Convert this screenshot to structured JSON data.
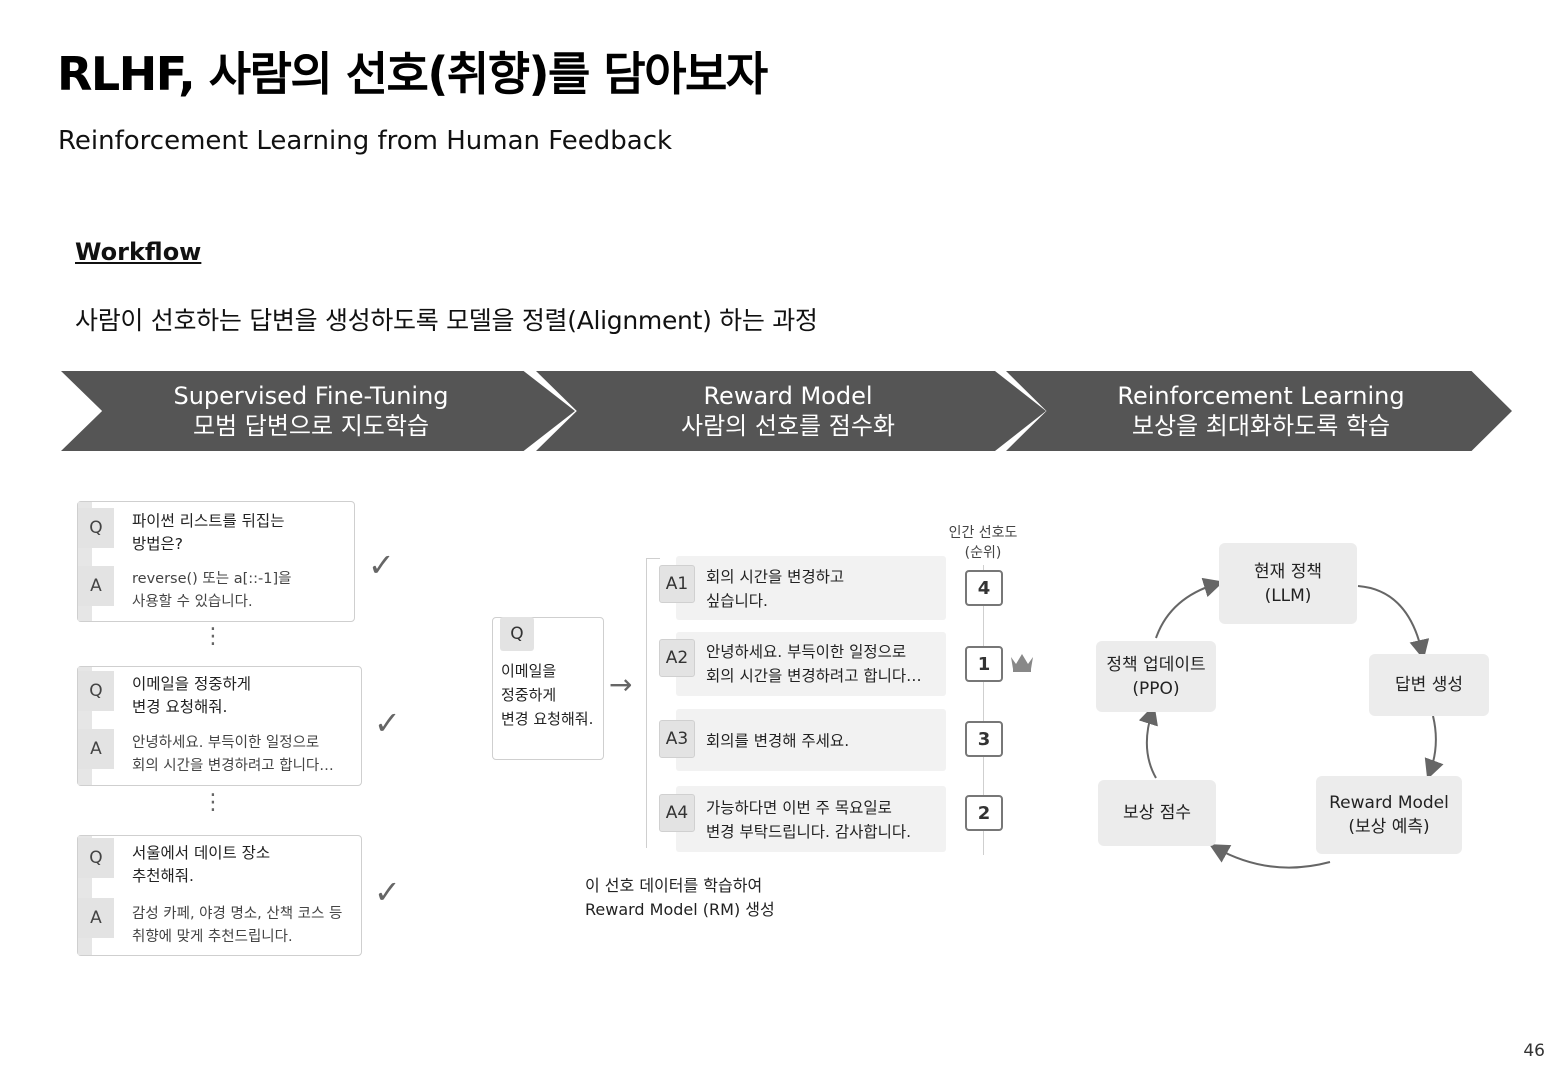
{
  "title": "RLHF, 사람의 선호(취향)를 담아보자",
  "subtitle": "Reinforcement Learning from Human Feedback",
  "section_label": "Workflow",
  "description": "사람이 선호하는 답변을 생성하도록 모델을 정렬(Alignment) 하는 과정",
  "steps": [
    {
      "title": "Supervised Fine-Tuning",
      "subtitle": "모범 답변으로 지도학습"
    },
    {
      "title": "Reward Model",
      "subtitle": "사람의 선호를 점수화"
    },
    {
      "title": "Reinforcement Learning",
      "subtitle": "보상을 최대화하도록 학습"
    }
  ],
  "sft_examples": [
    {
      "q_label": "Q",
      "q_line1": "파이썬 리스트를 뒤집는",
      "q_line2": "방법은?",
      "a_label": "A",
      "a_line1": "reverse() 또는 a[::-1]을",
      "a_line2": "사용할 수 있습니다.",
      "check": "✓"
    },
    {
      "q_label": "Q",
      "q_line1": "이메일을 정중하게",
      "q_line2": "변경 요청해줘.",
      "a_label": "A",
      "a_line1": "안녕하세요. 부득이한 일정으로",
      "a_line2": "회의 시간을 변경하려고 합니다…",
      "check": "✓"
    },
    {
      "q_label": "Q",
      "q_line1": "서울에서 데이트 장소",
      "q_line2": "추천해줘.",
      "a_label": "A",
      "a_line1": "감성 카페, 야경 명소, 산책 코스 등",
      "a_line2": "취향에 맞게 추천드립니다.",
      "check": "✓"
    }
  ],
  "ellipsis": "⋮",
  "rm": {
    "question": {
      "label": "Q",
      "line1": "이메일을",
      "line2": "정중하게",
      "line3": "변경 요청해줘."
    },
    "arrow": "→",
    "rank_header_line1": "인간 선호도",
    "rank_header_line2": "(순위)",
    "answers": [
      {
        "label": "A1",
        "line1": "회의 시간을 변경하고",
        "line2": "싶습니다.",
        "rank": "4"
      },
      {
        "label": "A2",
        "line1": "안녕하세요. 부득이한 일정으로",
        "line2": "회의 시간을 변경하려고 합니다…",
        "rank": "1"
      },
      {
        "label": "A3",
        "line1": "회의를 변경해 주세요.",
        "line2": "",
        "rank": "3"
      },
      {
        "label": "A4",
        "line1": "가능하다면 이번 주 목요일로",
        "line2": "변경 부탁드립니다. 감사합니다.",
        "rank": "2"
      }
    ],
    "best_icon": "crown-icon",
    "caption_line1": "이 선호 데이터를 학습하여",
    "caption_line2": "Reward Model (RM) 생성"
  },
  "rl_cycle": {
    "current_policy_line1": "현재 정책",
    "current_policy_line2": "(LLM)",
    "generate": "답변 생성",
    "reward_model_line1": "Reward Model",
    "reward_model_line2": "(보상 예측)",
    "reward_score": "보상 점수",
    "policy_update_line1": "정책 업데이트",
    "policy_update_line2": "(PPO)"
  },
  "page_number": "46"
}
